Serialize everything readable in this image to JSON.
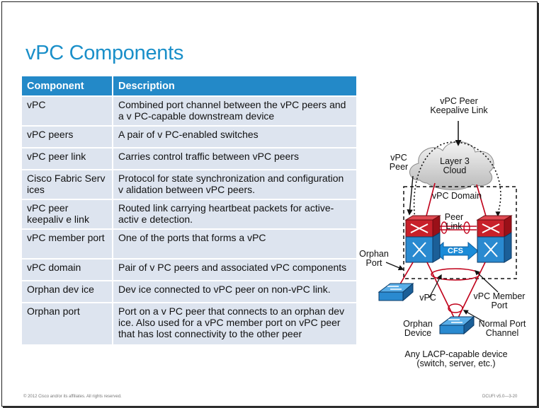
{
  "title": "vPC Components",
  "table": {
    "headers": [
      "Component",
      "Description"
    ],
    "rows": [
      {
        "component": "vPC",
        "description": "Combined port channel between the vPC peers and a v PC-capable downstream device"
      },
      {
        "component": "vPC peers",
        "description": "A pair of v PC-enabled switches"
      },
      {
        "component": "vPC peer link",
        "description": "Carries control traffic between vPC peers"
      },
      {
        "component": "Cisco Fabric Serv ices",
        "description": "Protocol for state synchronization and configuration v alidation between vPC peers."
      },
      {
        "component": "vPC peer keepaliv e link",
        "description": "Routed link carrying heartbeat packets for active-activ e detection."
      },
      {
        "component": "vPC member port",
        "description": "One of the ports that forms a vPC"
      },
      {
        "component": "vPC domain",
        "description": "Pair of v PC peers and associated vPC components"
      },
      {
        "component": "Orphan dev ice",
        "description": "Dev ice connected to vPC peer on non-vPC link."
      },
      {
        "component": "Orphan port",
        "description": "Port on a v PC peer that connects to an orphan dev ice. Also used for a vPC member port on vPC peer that has lost connectivity to the other peer"
      }
    ]
  },
  "diagram": {
    "keepalive": "vPC Peer Keepalive Link",
    "cloud": "Layer 3 Cloud",
    "vpc_peer": "vPC Peer",
    "domain": "vPC Domain",
    "peer_link": "Peer Link",
    "cfs": "CFS",
    "orphan_port": "Orphan Port",
    "vpc": "vPC",
    "member_port": "vPC Member Port",
    "orphan_device": "Orphan Device",
    "normal_pc": "Normal Port Channel",
    "lacp_device": "Any LACP-capable device (switch, server, etc.)",
    "colors": {
      "accent": "#2389c8",
      "link_red": "#c0001a",
      "switch_red": "#c8202a",
      "switch_blue": "#2a8ad0"
    }
  },
  "footer": {
    "copyright": "© 2012 Cisco and/or its affiliates. All rights reserved.",
    "code": "DCUFI v5.0—3-20"
  }
}
